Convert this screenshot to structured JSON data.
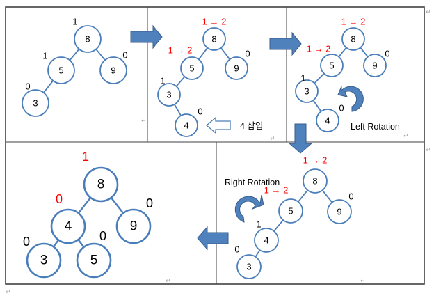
{
  "title": "AVL tree insertion of 4 with Left-Right double rotation",
  "colors": {
    "node_stroke": "#4a7ebb",
    "arrow_fill": "#4f81bd",
    "arrow_stroke": "#385d8a",
    "changed_balance": "#ff0000",
    "text": "#000000"
  },
  "panels": [
    {
      "id": "step1-initial",
      "nodes": [
        {
          "key": "8",
          "balance": "1",
          "balance_color": "black"
        },
        {
          "key": "5",
          "balance": "1",
          "balance_color": "black"
        },
        {
          "key": "9",
          "balance": "0",
          "balance_color": "black"
        },
        {
          "key": "3",
          "balance": "0",
          "balance_color": "black"
        }
      ],
      "edges": [
        [
          "8",
          "5"
        ],
        [
          "8",
          "9"
        ],
        [
          "5",
          "3"
        ]
      ]
    },
    {
      "id": "step2-insert",
      "nodes": [
        {
          "key": "8",
          "balance": "1 → 2",
          "balance_color": "red"
        },
        {
          "key": "5",
          "balance": "1 → 2",
          "balance_color": "red"
        },
        {
          "key": "9",
          "balance": "0",
          "balance_color": "black"
        },
        {
          "key": "3",
          "balance": "1",
          "balance_color": "black"
        },
        {
          "key": "4",
          "balance": "0",
          "balance_color": "black"
        }
      ],
      "edges": [
        [
          "8",
          "5"
        ],
        [
          "8",
          "9"
        ],
        [
          "5",
          "3"
        ],
        [
          "3",
          "4"
        ]
      ],
      "caption": "4 삽입",
      "caption_icon": "hollow-left-arrow-icon"
    },
    {
      "id": "step3-left-rotation",
      "nodes": [
        {
          "key": "8",
          "balance": "1 → 2",
          "balance_color": "red"
        },
        {
          "key": "5",
          "balance": "1 → 2",
          "balance_color": "red"
        },
        {
          "key": "9",
          "balance": "0",
          "balance_color": "black"
        },
        {
          "key": "3",
          "balance": "1",
          "balance_color": "black"
        },
        {
          "key": "4",
          "balance": "0",
          "balance_color": "black"
        }
      ],
      "edges": [
        [
          "8",
          "5"
        ],
        [
          "8",
          "9"
        ],
        [
          "5",
          "3"
        ],
        [
          "3",
          "4"
        ]
      ],
      "caption": "Left Rotation",
      "caption_icon": "counterclockwise-arrow-icon"
    },
    {
      "id": "step4-right-rotation",
      "nodes": [
        {
          "key": "8",
          "balance": "1 → 2",
          "balance_color": "red"
        },
        {
          "key": "5",
          "balance": "1 → 2",
          "balance_color": "red"
        },
        {
          "key": "9",
          "balance": "0",
          "balance_color": "black"
        },
        {
          "key": "4",
          "balance": "1",
          "balance_color": "black"
        },
        {
          "key": "3",
          "balance": "0",
          "balance_color": "black"
        }
      ],
      "edges": [
        [
          "8",
          "5"
        ],
        [
          "8",
          "9"
        ],
        [
          "5",
          "4"
        ],
        [
          "4",
          "3"
        ]
      ],
      "caption": "Right Rotation",
      "caption_icon": "clockwise-arrow-icon"
    },
    {
      "id": "step5-balanced",
      "nodes": [
        {
          "key": "8",
          "balance": "1",
          "balance_color": "red"
        },
        {
          "key": "4",
          "balance": "0",
          "balance_color": "red"
        },
        {
          "key": "9",
          "balance": "0",
          "balance_color": "black"
        },
        {
          "key": "3",
          "balance": "0",
          "balance_color": "black"
        },
        {
          "key": "5",
          "balance": "0",
          "balance_color": "black"
        }
      ],
      "edges": [
        [
          "8",
          "4"
        ],
        [
          "8",
          "9"
        ],
        [
          "4",
          "3"
        ],
        [
          "4",
          "5"
        ]
      ]
    }
  ],
  "flow_arrows": [
    {
      "from": "step1-initial",
      "to": "step2-insert",
      "direction": "right"
    },
    {
      "from": "step2-insert",
      "to": "step3-left-rotation",
      "direction": "right"
    },
    {
      "from": "step3-left-rotation",
      "to": "step4-right-rotation",
      "direction": "down"
    },
    {
      "from": "step4-right-rotation",
      "to": "step5-balanced",
      "direction": "left"
    }
  ]
}
